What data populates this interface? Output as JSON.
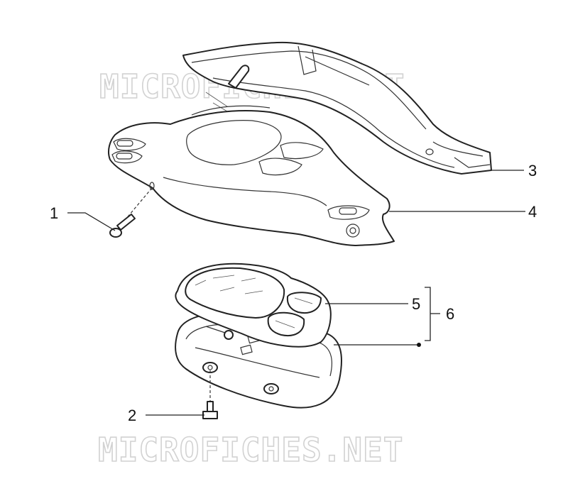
{
  "watermarks": {
    "top": "MICROFICHES.NET",
    "bottom": "MICROFICHES.NET"
  },
  "callouts": [
    {
      "id": "1",
      "text": "1"
    },
    {
      "id": "2",
      "text": "2"
    },
    {
      "id": "3",
      "text": "3"
    },
    {
      "id": "4",
      "text": "4"
    },
    {
      "id": "5",
      "text": "5"
    },
    {
      "id": "6",
      "text": "6"
    }
  ]
}
